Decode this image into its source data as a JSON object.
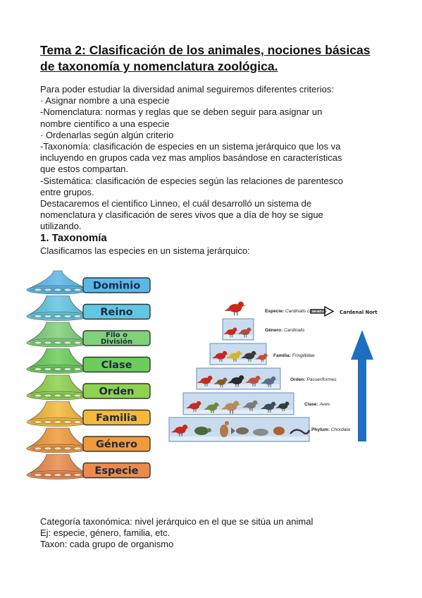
{
  "document": {
    "title_line1": "Tema 2: Clasificación de los animales, nociones básicas",
    "title_line2": "de taxonomía y nomenclatura zoológica.",
    "intro_lines": [
      "Para poder estudiar la diversidad animal seguiremos diferentes criterios:",
      "· Asignar nombre a una especie",
      "-Nomenclatura: normas y reglas que se deben seguir para asignar un",
      "nombre científico a una especie",
      "· Ordenarlas según algún criterio",
      "-Taxonomía: clasificación de especies en un sistema jerárquico que los va",
      "incluyendo en grupos cada vez mas amplios basándose en características",
      "que estos compartan.",
      "-Sistemática: clasificación de especies según las relaciones de parentesco",
      "entre grupos.",
      "Destacaremos el científico Linneo, el cuál desarrolló un sistema de",
      "nomenclatura y clasificación de seres vivos que a día de hoy se sigue",
      "utilizando."
    ],
    "section_heading": "1. Taxonomía",
    "section_intro": "Clasificamos las especies en un sistema jerárquico:",
    "footer_lines": [
      "Categoría taxonómica: nivel jerárquico en el que se sitúa un animal",
      "Ej: especie, género, familia, etc.",
      "Taxon: cada grupo de organismo"
    ]
  },
  "funnel_diagram": {
    "levels": [
      {
        "label": "Dominio",
        "color": "#5ab8e8"
      },
      {
        "label": "Reino",
        "color": "#62c6e0"
      },
      {
        "label": "Filo o",
        "label2": "División",
        "color": "#7fd17a"
      },
      {
        "label": "Clase",
        "color": "#6ccd5a"
      },
      {
        "label": "Orden",
        "color": "#8fd24e"
      },
      {
        "label": "Familia",
        "color": "#f5b93a"
      },
      {
        "label": "Género",
        "color": "#f09a3c"
      },
      {
        "label": "Especie",
        "color": "#ec8a4c"
      }
    ]
  },
  "pyramid_diagram": {
    "levels": [
      {
        "label_prefix": "Especie: ",
        "label_italic": "Cardinalis cardinalis"
      },
      {
        "label_prefix": "Género: ",
        "label_italic": "Cardinalis"
      },
      {
        "label_prefix": "Familia: ",
        "label_italic": "Fringillidae"
      },
      {
        "label_prefix": "Orden: ",
        "label_italic": "Passeriformes"
      },
      {
        "label_prefix": "Clase: ",
        "label_italic": "Aves"
      },
      {
        "label_prefix": "Phylum: ",
        "label_italic": "Chordata"
      }
    ],
    "common_name": "Cardenal Norteño",
    "accent_color": "#1e6fc0",
    "block_color": "#c9dcef"
  }
}
